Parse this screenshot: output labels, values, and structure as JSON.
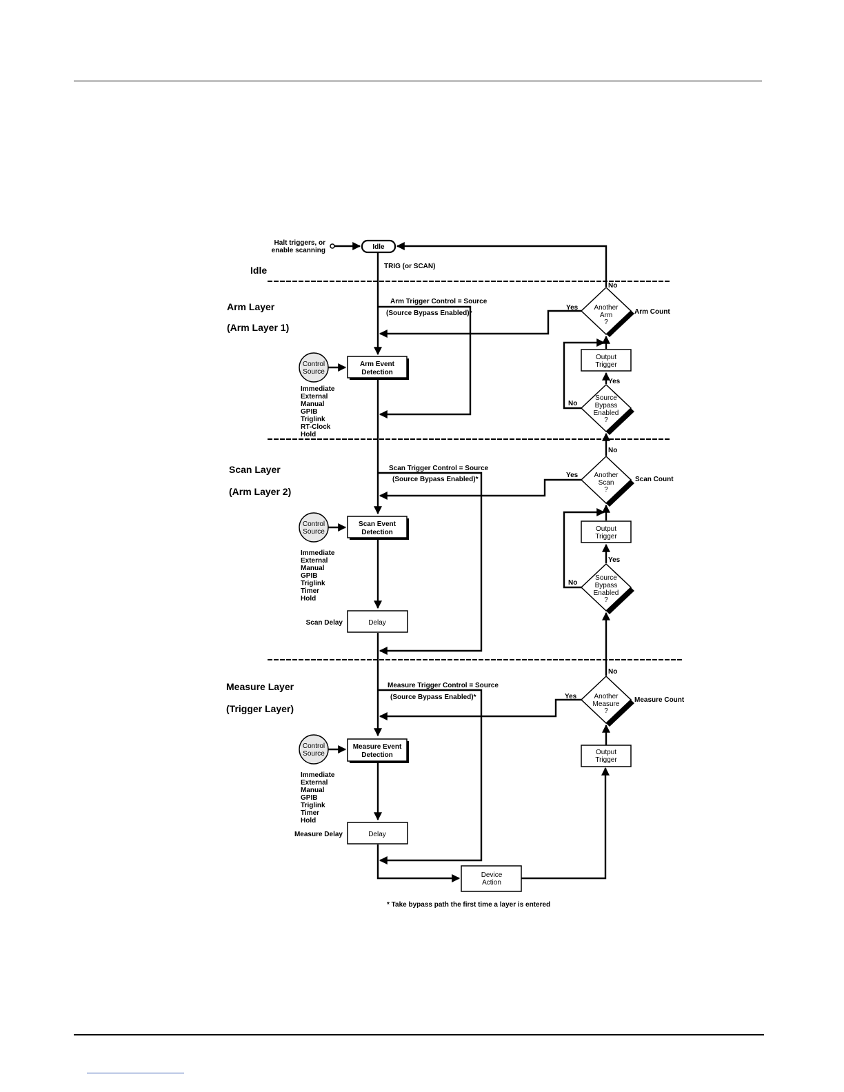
{
  "entry": {
    "text_l1": "Halt triggers, or",
    "text_l2": "enable scanning"
  },
  "idle": {
    "node": "Idle",
    "layer_label": "Idle",
    "transition": "TRIG (or SCAN)"
  },
  "arm": {
    "title": "Arm Layer",
    "subtitle": "(Arm Layer 1)",
    "control_l1": "Arm Trigger Control = Source",
    "control_l2": "(Source Bypass Enabled)*",
    "source_l1": "Control",
    "source_l2": "Source",
    "sources": [
      "Immediate",
      "External",
      "Manual",
      "GPIB",
      "Triglink",
      "RT-Clock",
      "Hold"
    ],
    "detect_l1": "Arm Event",
    "detect_l2": "Detection",
    "out_l1": "Output",
    "out_l2": "Trigger",
    "bypass_l1": "Source",
    "bypass_l2": "Bypass",
    "bypass_l3": "Enabled",
    "bypass_l4": "?",
    "another_l1": "Another",
    "another_l2": "Arm",
    "another_l3": "?",
    "count": "Arm Count",
    "yes": "Yes",
    "no": "No"
  },
  "scan": {
    "title": "Scan Layer",
    "subtitle": "(Arm Layer 2)",
    "control_l1": "Scan Trigger Control = Source",
    "control_l2": "(Source Bypass Enabled)*",
    "source_l1": "Control",
    "source_l2": "Source",
    "sources": [
      "Immediate",
      "External",
      "Manual",
      "GPIB",
      "Triglink",
      "Timer",
      "Hold"
    ],
    "detect_l1": "Scan Event",
    "detect_l2": "Detection",
    "delay_label": "Scan Delay",
    "delay_box": "Delay",
    "out_l1": "Output",
    "out_l2": "Trigger",
    "bypass_l1": "Source",
    "bypass_l2": "Bypass",
    "bypass_l3": "Enabled",
    "bypass_l4": "?",
    "another_l1": "Another",
    "another_l2": "Scan",
    "another_l3": "?",
    "count": "Scan Count",
    "yes": "Yes",
    "no": "No"
  },
  "measure": {
    "title": "Measure Layer",
    "subtitle": "(Trigger Layer)",
    "control_l1": "Measure Trigger Control = Source",
    "control_l2": "(Source Bypass Enabled)*",
    "source_l1": "Control",
    "source_l2": "Source",
    "sources": [
      "Immediate",
      "External",
      "Manual",
      "GPIB",
      "Triglink",
      "Timer",
      "Hold"
    ],
    "detect_l1": "Measure Event",
    "detect_l2": "Detection",
    "delay_label": "Measure Delay",
    "delay_box": "Delay",
    "out_l1": "Output",
    "out_l2": "Trigger",
    "another_l1": "Another",
    "another_l2": "Measure",
    "another_l3": "?",
    "count": "Measure Count",
    "yes": "Yes",
    "no": "No",
    "action_l1": "Device",
    "action_l2": "Action"
  },
  "footnote": "* Take bypass path the first time a layer is entered",
  "colors": {
    "ink": "#000000",
    "source_fill": "#e8e8e8",
    "shadow": "#000000",
    "link": "#3b5fb5"
  }
}
